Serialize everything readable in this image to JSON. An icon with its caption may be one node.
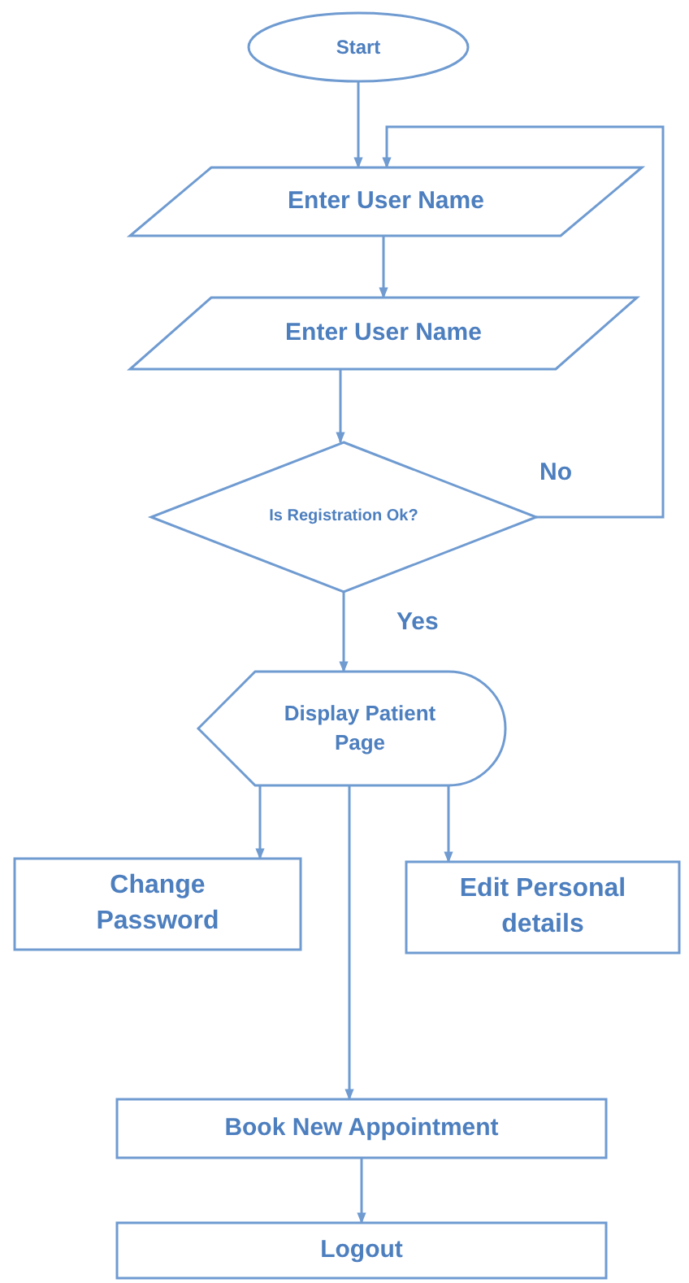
{
  "diagram": {
    "nodes": [
      {
        "text": [
          "Start"
        ]
      },
      {
        "text": [
          "Enter User Name"
        ]
      },
      {
        "text": [
          "Enter User Name"
        ]
      },
      {
        "text": [
          "Is Registration Ok?"
        ]
      },
      {
        "text": [
          "Display Patient Page"
        ]
      },
      {
        "text": [
          "Change Password"
        ]
      },
      {
        "text": [
          "Edit Personal details"
        ]
      },
      {
        "text": [
          "Book New Appointment"
        ]
      },
      {
        "text": [
          "Logout"
        ]
      }
    ],
    "edges": [
      {
        "from": 0,
        "to": 1,
        "arrow": "to"
      },
      {
        "from": 1,
        "to": 2,
        "arrow": "to"
      },
      {
        "from": 2,
        "to": 3,
        "arrow": "to"
      },
      {
        "from": 3,
        "to": 1,
        "arrow": "to",
        "label": "No"
      },
      {
        "from": 3,
        "to": 4,
        "arrow": "to",
        "label": "Yes"
      },
      {
        "from": 4,
        "to": 5,
        "arrow": "to"
      },
      {
        "from": 4,
        "to": 6,
        "arrow": "to"
      },
      {
        "from": 4,
        "to": 7,
        "arrow": "to"
      },
      {
        "from": 7,
        "to": 8,
        "arrow": "to"
      }
    ]
  }
}
